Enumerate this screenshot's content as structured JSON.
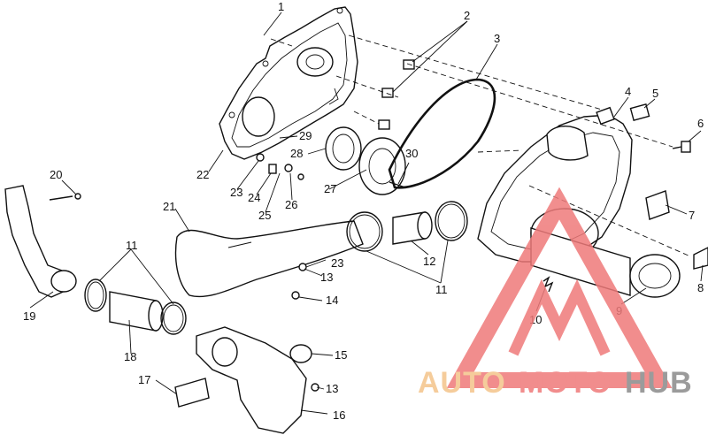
{
  "callouts": [
    {
      "id": "1",
      "label": "1"
    },
    {
      "id": "2",
      "label": "2"
    },
    {
      "id": "3",
      "label": "3"
    },
    {
      "id": "4",
      "label": "4"
    },
    {
      "id": "5",
      "label": "5"
    },
    {
      "id": "6",
      "label": "6"
    },
    {
      "id": "7",
      "label": "7"
    },
    {
      "id": "8",
      "label": "8"
    },
    {
      "id": "9",
      "label": "9"
    },
    {
      "id": "10",
      "label": "10"
    },
    {
      "id": "11a",
      "label": "11"
    },
    {
      "id": "11b",
      "label": "11"
    },
    {
      "id": "12",
      "label": "12"
    },
    {
      "id": "13a",
      "label": "13"
    },
    {
      "id": "13b",
      "label": "13"
    },
    {
      "id": "14",
      "label": "14"
    },
    {
      "id": "15",
      "label": "15"
    },
    {
      "id": "16",
      "label": "16"
    },
    {
      "id": "17",
      "label": "17"
    },
    {
      "id": "18",
      "label": "18"
    },
    {
      "id": "19",
      "label": "19"
    },
    {
      "id": "20",
      "label": "20"
    },
    {
      "id": "21",
      "label": "21"
    },
    {
      "id": "22",
      "label": "22"
    },
    {
      "id": "23a",
      "label": "23"
    },
    {
      "id": "23b",
      "label": "23"
    },
    {
      "id": "24",
      "label": "24"
    },
    {
      "id": "25",
      "label": "25"
    },
    {
      "id": "26",
      "label": "26"
    },
    {
      "id": "27",
      "label": "27"
    },
    {
      "id": "28",
      "label": "28"
    },
    {
      "id": "29",
      "label": "29"
    },
    {
      "id": "30",
      "label": "30"
    }
  ],
  "watermark": {
    "part1": "AUTO",
    "part2": "MOTO",
    "part3": "HUB",
    "color_light": "#f4c48a",
    "color_red": "#ef7a7a",
    "color_gray": "#8a8a8a"
  }
}
